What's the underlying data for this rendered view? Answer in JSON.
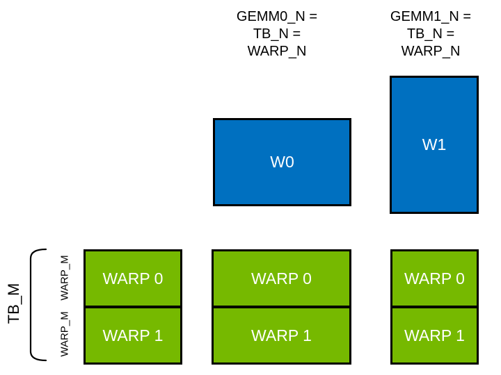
{
  "diagram": {
    "column_headers": [
      {
        "lines": [
          "GEMM0_N =",
          "TB_N =",
          "WARP_N"
        ]
      },
      {
        "lines": [
          "GEMM1_N =",
          "TB_N =",
          "WARP_N"
        ]
      }
    ],
    "accumulator_tiles": [
      {
        "label": "W0"
      },
      {
        "label": "W1"
      }
    ],
    "warp_columns": [
      {
        "rows": [
          "WARP 0",
          "WARP 1"
        ]
      },
      {
        "rows": [
          "WARP 0",
          "WARP 1"
        ]
      },
      {
        "rows": [
          "WARP 0",
          "WARP 1"
        ]
      }
    ],
    "left_axis": {
      "tb_label": "TB_M",
      "warp_row_labels": [
        "WARP_M",
        "WARP_M"
      ]
    }
  },
  "colors": {
    "tile_blue": "#0070C0",
    "warp_green": "#76B900",
    "border_black": "#000000",
    "label_white": "#FFFFFF",
    "text_black": "#000000",
    "background": "#FFFFFF"
  }
}
